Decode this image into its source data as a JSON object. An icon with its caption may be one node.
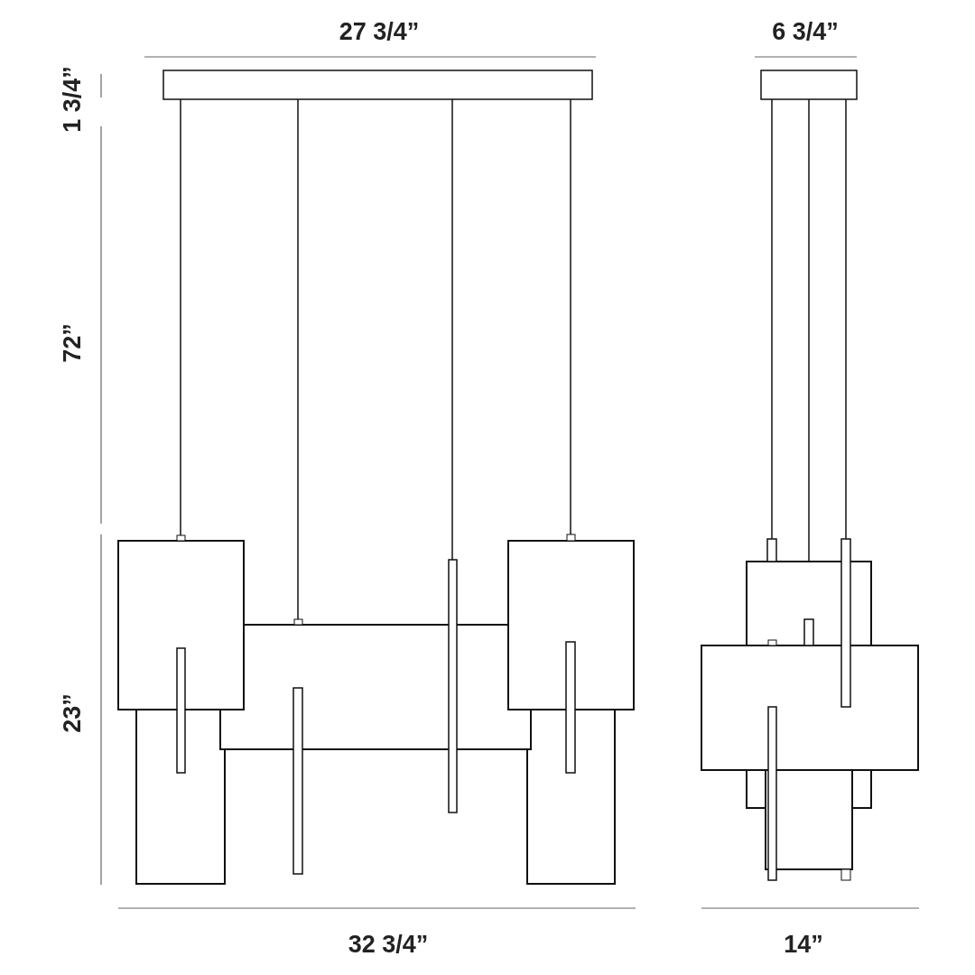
{
  "diagram": {
    "labels": [
      "27 3/4”",
      "6 3/4”",
      "1 3/4”",
      "72”",
      "23”",
      "32 3/4”",
      "14”"
    ]
  }
}
